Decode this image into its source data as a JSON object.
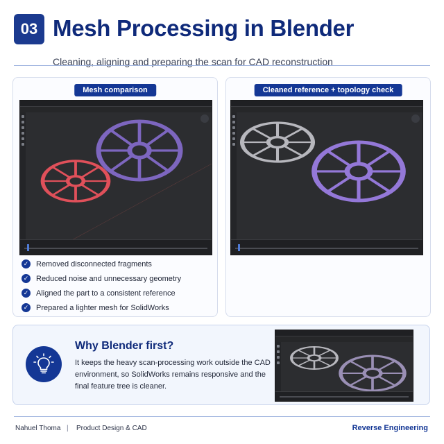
{
  "header": {
    "number": "03",
    "title": "Mesh Processing in Blender",
    "subtitle": "Cleaning, aligning and preparing the scan for CAD reconstruction"
  },
  "left_card": {
    "label": "Mesh comparison",
    "checklist": [
      "Removed disconnected fragments",
      "Reduced noise and unnecessary geometry",
      "Aligned the part to a consistent reference",
      "Prepared a lighter mesh for SolidWorks"
    ]
  },
  "right_card": {
    "label": "Cleaned reference + topology check"
  },
  "why": {
    "title": "Why Blender first?",
    "body": "It keeps the heavy scan-processing work outside the CAD environment, so SolidWorks remains responsive and the final feature tree is cleaner."
  },
  "footer": {
    "author": "Nahuel Thoma",
    "separator": "|",
    "role": "Product Design & CAD",
    "topic": "Reverse Engineering"
  },
  "colors": {
    "accent": "#143795",
    "title": "#0f2a7a",
    "viewport_bg": "#2c2d30",
    "mesh_red": "#e0505a",
    "mesh_purple": "#8a6fd0",
    "mesh_gray": "#b9b9bf"
  },
  "icons": {
    "check": "check-circle-icon",
    "bulb": "lightbulb-icon"
  }
}
